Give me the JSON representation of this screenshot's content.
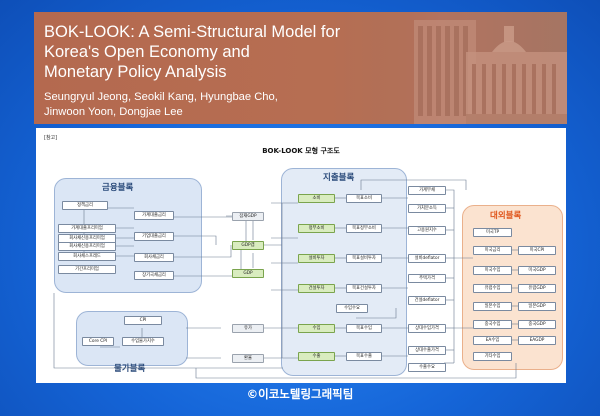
{
  "banner": {
    "title_lines": [
      "BOK-LOOK: A Semi-Structural Model for",
      "Korea's Open Economy and",
      "Monetary Policy Analysis"
    ],
    "author_lines": [
      "Seungryul Jeong, Seokil Kang, Hyungbae Cho,",
      "Jinwoon Yoon, Dongjae Lee"
    ]
  },
  "diagram": {
    "ref_label": "[참고]",
    "title": "BOK-LOOK 모형 구조도",
    "groups": {
      "finance": "금융블록",
      "demand": "지출블록",
      "external": "대외블록",
      "price": "물가블록"
    },
    "nodes": {
      "policy_rate": "정책금리",
      "household_spread": "가계대출프리미엄",
      "corp_spread": "회사채신용프리미엄",
      "corp_bond_spread": "회사채신용프리미엄",
      "bond_term": "회사채스프레드",
      "term_premium": "기간프리미엄",
      "hh_loan_rate": "가계대출금리",
      "corp_loan_rate": "기업대출금리",
      "corp_bond_rate": "회사채금리",
      "long_bond_rate": "장기국채금리",
      "potential_gdp": "잠재GDP",
      "gdp_gap": "GDP갭",
      "gdp": "GDP",
      "consumption": "소비",
      "target_consumption": "목표소비",
      "hh_debt": "가계부채",
      "hh_wealth": "가처분소득",
      "gov_consumption": "정부소비",
      "target_gov": "목표정부소비",
      "employment": "고용원지수",
      "facility_inv": "설비투자",
      "target_facility": "목표설비투자",
      "facility_deflator": "설비deflator",
      "house_price": "주택가격",
      "construction_inv": "건설투자",
      "target_construction": "목표건설투자",
      "construction_deflator": "건설deflator",
      "import_demand": "수입수요",
      "cpi": "CPI",
      "core_cpi": "Core CPI",
      "import_price": "수입물가지수",
      "oil": "유가",
      "imports": "수입",
      "target_imports": "목표수입",
      "rel_import_price": "상대수입가격",
      "exports": "수출",
      "target_exports": "목표수출",
      "rel_export_price": "상대수출가격",
      "export_demand": "수출수요",
      "fx": "환율",
      "us_tp": "미국TP",
      "us_rate": "미국금리",
      "us_cpi": "미국CPI",
      "us_import": "미국수입",
      "us_gdp": "미국GDP",
      "eu_import": "유럽수입",
      "eu_gdp": "유럽GDP",
      "jp_import": "일본수입",
      "jp_gdp": "일본GDP",
      "cn_import": "중국수입",
      "cn_gdp": "중국GDP",
      "ea_import": "EA수입",
      "eagdp": "EAGDP",
      "other_import": "기타수입"
    }
  },
  "credit": "©이코노텔링그래픽팀",
  "colors": {
    "background": "#1565d8",
    "banner": "#b4694f",
    "finance_group": "#dbe6f5",
    "external_group": "#fbe3d0",
    "external_title": "#e0561d",
    "green_box": "#d9ecbf"
  }
}
